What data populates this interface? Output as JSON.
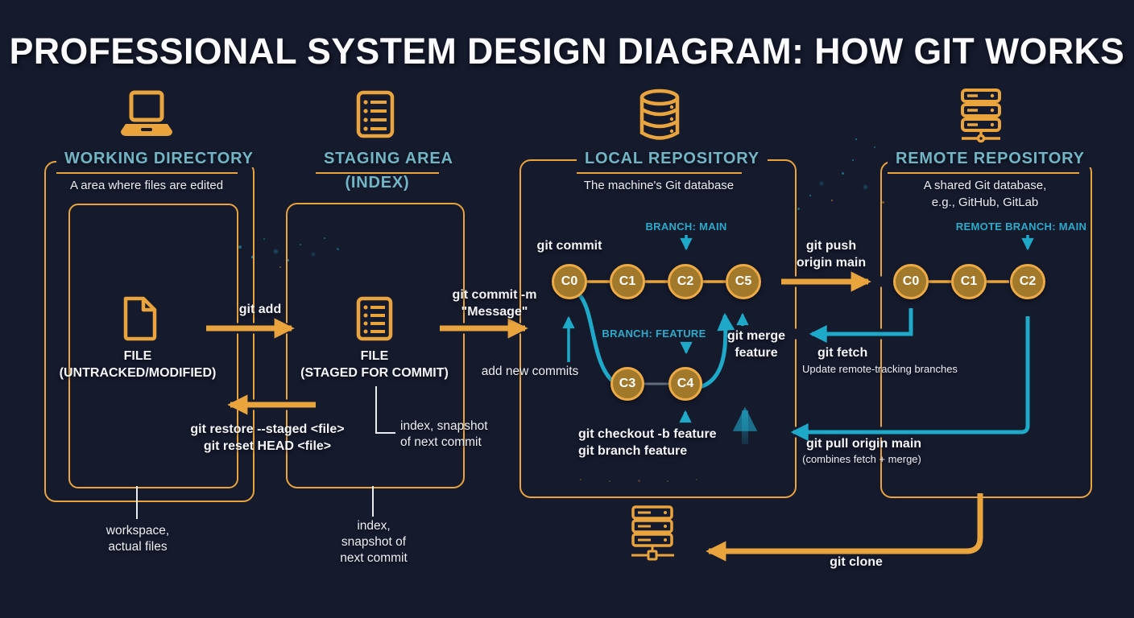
{
  "title": "PROFESSIONAL SYSTEM DESIGN DIAGRAM: HOW GIT WORKS",
  "colors": {
    "background": "#151A2D",
    "accent_orange": "#E9A43E",
    "accent_teal": "#1FA9C9",
    "heading_teal": "#72B5C4",
    "commit_fill": "#A2782A",
    "commit_border": "#ECAB47",
    "text_white": "#F2F4F7"
  },
  "columns": {
    "working_directory": {
      "icon": "laptop-icon",
      "title": "WORKING DIRECTORY",
      "subtitle": "A area where files are edited",
      "file_label": "FILE\n(UNTRACKED/MODIFIED)",
      "note": "workspace,\nactual files"
    },
    "staging_area": {
      "icon": "checklist-icon",
      "title": "STAGING AREA",
      "title_line2": "(INDEX)",
      "file_label": "FILE\n(STAGED FOR COMMIT)",
      "inner_note": "index, snapshot\nof next commit",
      "note": "index,\nsnapshot of\nnext commit"
    },
    "local_repository": {
      "icon": "database-icon",
      "title": "LOCAL REPOSITORY",
      "subtitle": "The machine's Git database",
      "branch_main": "BRANCH: MAIN",
      "branch_feature": "BRANCH: FEATURE",
      "main_commits": [
        "C0",
        "C1",
        "C2",
        "C5"
      ],
      "feature_commits": [
        "C3",
        "C4"
      ]
    },
    "remote_repository": {
      "icon": "server-icon",
      "title": "REMOTE REPOSITORY",
      "subtitle": "A shared Git database,\ne.g., GitHub, GitLab",
      "remote_branch": "REMOTE BRANCH: MAIN",
      "commits": [
        "C0",
        "C1",
        "C2"
      ]
    }
  },
  "commands": {
    "git_commit": "git commit",
    "git_add": "git add",
    "git_restore": "git restore --staged <file>\ngit reset HEAD <file>",
    "git_commit_m": "git commit -m\n\"Message\"",
    "add_new_commits": "add new commits",
    "git_merge": "git merge\nfeature",
    "git_checkout": "git checkout -b feature\ngit branch feature",
    "git_push": "git push\norigin main",
    "git_fetch": "git fetch",
    "git_fetch_sub": "Update remote-tracking branches",
    "git_pull": "git pull origin main",
    "git_pull_sub": "(combines fetch + merge)",
    "git_clone": "git clone"
  }
}
